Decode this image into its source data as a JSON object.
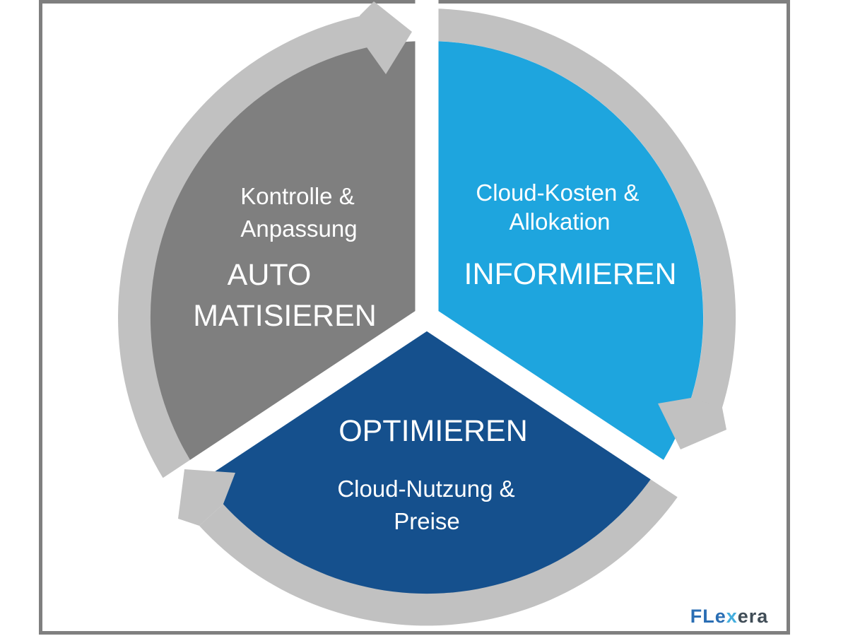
{
  "frame": {
    "border_color": "#7f7f7f",
    "background": "#ffffff"
  },
  "ring": {
    "color": "#c1c1c1",
    "divider_color": "#ffffff",
    "direction": "clockwise"
  },
  "segments": {
    "automatisieren": {
      "sub1": "Kontrolle &",
      "sub2": "Anpassung",
      "label1": "AUTO",
      "label2": "MATISIEREN",
      "color": "#7f7f7f"
    },
    "informieren": {
      "sub1": "Cloud-Kosten &",
      "sub2": "Allokation",
      "label": "INFORMIEREN",
      "color": "#1ea5de"
    },
    "optimieren": {
      "label": "OPTIMIEREN",
      "sub1": "Cloud-Nutzung &",
      "sub2": "Preise",
      "color": "#15508d"
    }
  },
  "logo": {
    "part1": "FLe",
    "part2": "x",
    "part3": "era",
    "color1": "#2a6eb4",
    "color2": "#44aede",
    "color3": "#404d57"
  }
}
